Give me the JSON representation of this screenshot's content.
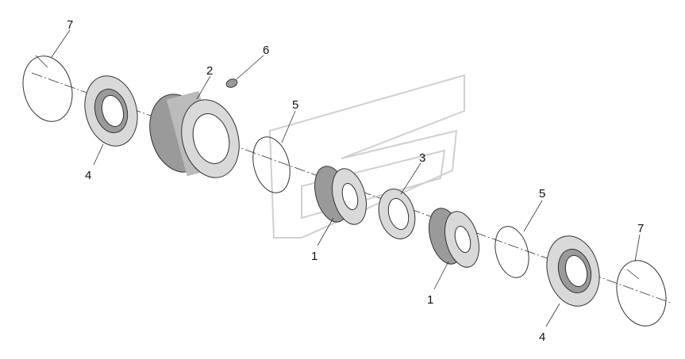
{
  "diagram": {
    "callouts": [
      {
        "id": "c7a",
        "text": "7"
      },
      {
        "id": "c6",
        "text": "6"
      },
      {
        "id": "c2",
        "text": "2"
      },
      {
        "id": "c5a",
        "text": "5"
      },
      {
        "id": "c4a",
        "text": "4"
      },
      {
        "id": "c3",
        "text": "3"
      },
      {
        "id": "c1a",
        "text": "1"
      },
      {
        "id": "c5b",
        "text": "5"
      },
      {
        "id": "c7b",
        "text": "7"
      },
      {
        "id": "c1b",
        "text": "1"
      },
      {
        "id": "c4b",
        "text": "4"
      }
    ]
  }
}
